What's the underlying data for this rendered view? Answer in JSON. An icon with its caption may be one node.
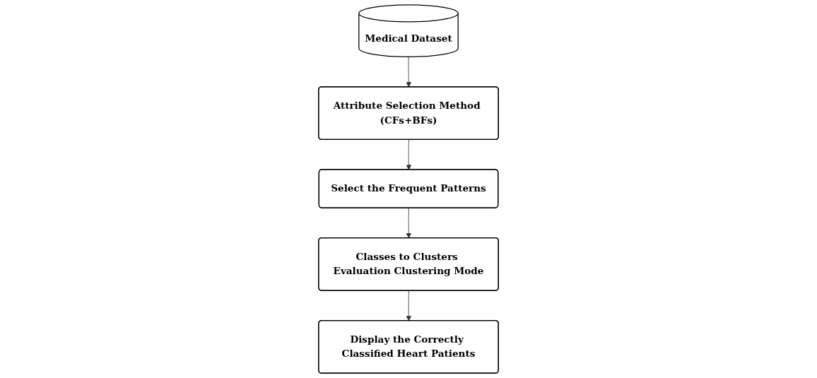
{
  "diagram": {
    "nodes": [
      {
        "text": [
          "Attribute Selection Method (CFs+BFs)"
        ]
      },
      {
        "text": [
          "Medical Dataset"
        ]
      },
      {
        "text": [
          "Select the Frequent Patterns"
        ]
      },
      {
        "text": [
          "Classes to Clusters Evaluation Clustering Mode"
        ]
      },
      {
        "text": [
          "Display the Correctly Classified Heart Patients"
        ]
      }
    ],
    "edges": [
      {
        "from": 1,
        "to": 0,
        "arrow": "to"
      },
      {
        "from": 0,
        "to": 2,
        "arrow": "to"
      },
      {
        "from": 2,
        "to": 3,
        "arrow": "to"
      },
      {
        "from": 3,
        "to": 4,
        "arrow": "to"
      }
    ]
  }
}
